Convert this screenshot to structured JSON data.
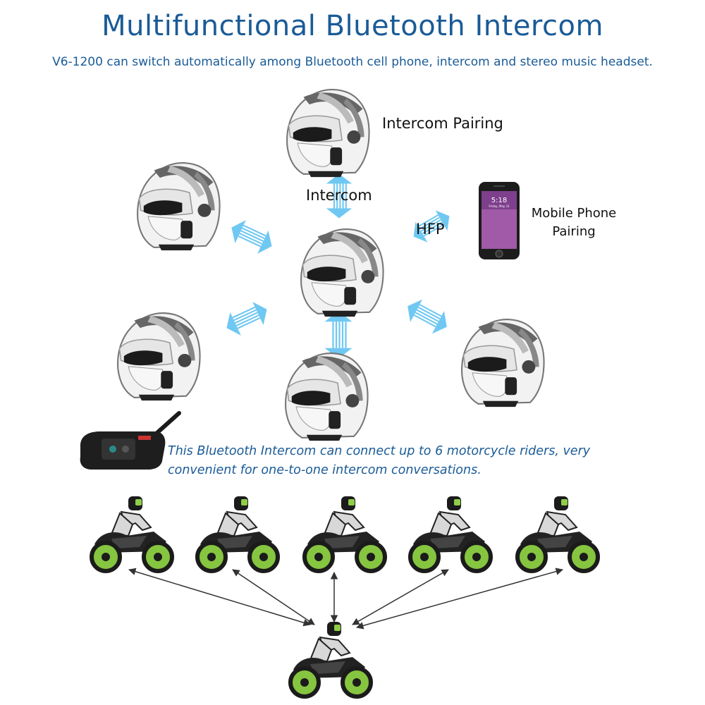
{
  "header": {
    "title": "Multifunctional Bluetooth Intercom",
    "subtitle": "V6-1200 can switch automatically among Bluetooth cell phone, intercom and stereo music headset."
  },
  "labels": {
    "intercom_pairing": "Intercom Pairing",
    "intercom": "Intercom",
    "hfp": "HFP",
    "mobile_phone_line1": "Mobile Phone",
    "mobile_phone_line2": "Pairing"
  },
  "phone_screen": {
    "time": "5:18",
    "date": "Friday, May 31"
  },
  "description": {
    "line1": "This Bluetooth Intercom can connect up to 6 motorcycle riders, very",
    "line2": "convenient for one-to-one intercom conversations."
  },
  "colors": {
    "accent": "#1a5b97",
    "arrow": "#6fc8f2",
    "wheel": "#86c540",
    "helmet_stripe": "#555555"
  },
  "icons": [
    "helmet-icon",
    "smartphone-icon",
    "intercom-device-icon",
    "motorcycle-rider-icon",
    "double-arrow-icon"
  ]
}
